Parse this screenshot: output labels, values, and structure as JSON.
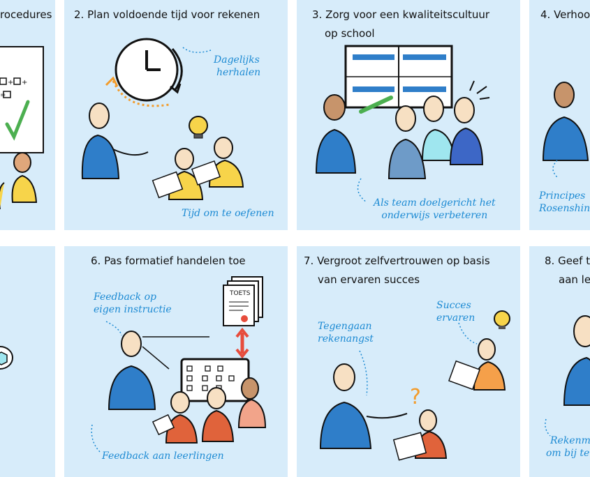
{
  "panels": [
    {
      "title": "rocedures"
    },
    {
      "title": "2. Plan voldoende tijd voor rekenen",
      "notes": {
        "daily_line1": "Dagelijks",
        "daily_line2": "herhalen",
        "practice": "Tijd om te oefenen"
      }
    },
    {
      "title_line1": "3. Zorg voor een kwaliteitscultuur",
      "title_line2": "op school",
      "notes": {
        "team_line1": "Als team doelgericht het",
        "team_line2": "onderwijs verbeteren"
      }
    },
    {
      "title": "4. Verhoo",
      "notes": {
        "principles_line1": "Principes",
        "principles_line2": "Rosenshin"
      }
    },
    {
      "title": ""
    },
    {
      "title": "6. Pas formatief handelen toe",
      "notes": {
        "fb_own_line1": "Feedback op",
        "fb_own_line2": "eigen instructie",
        "fb_students": "Feedback aan leerlingen"
      },
      "test_label": "TOETS"
    },
    {
      "title_line1": "7. Vergroot zelfvertrouwen op basis",
      "title_line2": "van ervaren succes",
      "notes": {
        "anxiety_line1": "Tegengaan",
        "anxiety_line2": "rekenangst",
        "success_line1": "Succes",
        "success_line2": "ervaren"
      }
    },
    {
      "title_line1": "8. Geef t",
      "title_line2": "aan le",
      "notes": {
        "math_line1": "Rekenm",
        "math_line2": "om bij te"
      }
    }
  ]
}
